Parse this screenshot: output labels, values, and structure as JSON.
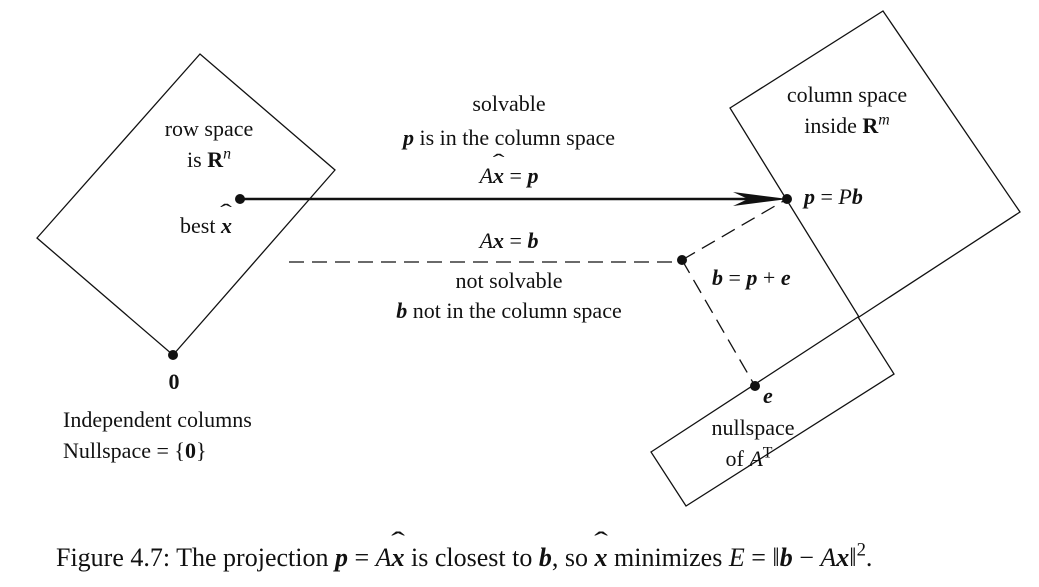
{
  "row_space": {
    "line1": "row space",
    "line2_text": "is ",
    "line2_symbol": "R",
    "line2_sup": "n"
  },
  "best_x": {
    "text": "best ",
    "symbol": "x"
  },
  "solvable": {
    "title": "solvable",
    "line2_var": "p",
    "line2_rest": " is in the column space",
    "eq_A": "A",
    "eq_x": "x",
    "eq_mid": " = ",
    "eq_p": "p"
  },
  "not_solvable": {
    "eq_A": "A",
    "eq_x": "x",
    "eq_mid": " = ",
    "eq_b": "b",
    "title": "not solvable",
    "line2_var": "b",
    "line2_rest": " not in the column space"
  },
  "column_space": {
    "line1": "column space",
    "line2_text": "inside ",
    "line2_symbol": "R",
    "line2_sup": "m"
  },
  "p_label": {
    "p": "p",
    "mid": " = ",
    "P": "P",
    "b": "b"
  },
  "b_label": {
    "b": "b",
    "eq": " = ",
    "p": "p",
    "plus": " + ",
    "e": "e"
  },
  "e_label": "e",
  "nullspace_AT": {
    "line1": "nullspace",
    "line2_text": "of ",
    "line2_A": "A",
    "line2_sup": "T"
  },
  "zero_label": "0",
  "independent": {
    "line1": "Independent columns",
    "line2_text": "Nullspace = {",
    "line2_zero": "0",
    "line2_close": "}"
  },
  "caption": {
    "prefix": "Figure 4.7: The projection ",
    "p": "p",
    "eq1": " = ",
    "A": "A",
    "x1": "x",
    "mid1": " is closest to ",
    "b1": "b",
    "mid2": ", so ",
    "x2": "x",
    "mid3": " minimizes ",
    "E": "E",
    "eq2": " = ‖",
    "b2": "b",
    "minus": " − ",
    "A2": "A",
    "x3": "x",
    "close": "‖",
    "sq": "2",
    "end": "."
  },
  "colors": {
    "ink": "#111111",
    "background": "#ffffff"
  }
}
